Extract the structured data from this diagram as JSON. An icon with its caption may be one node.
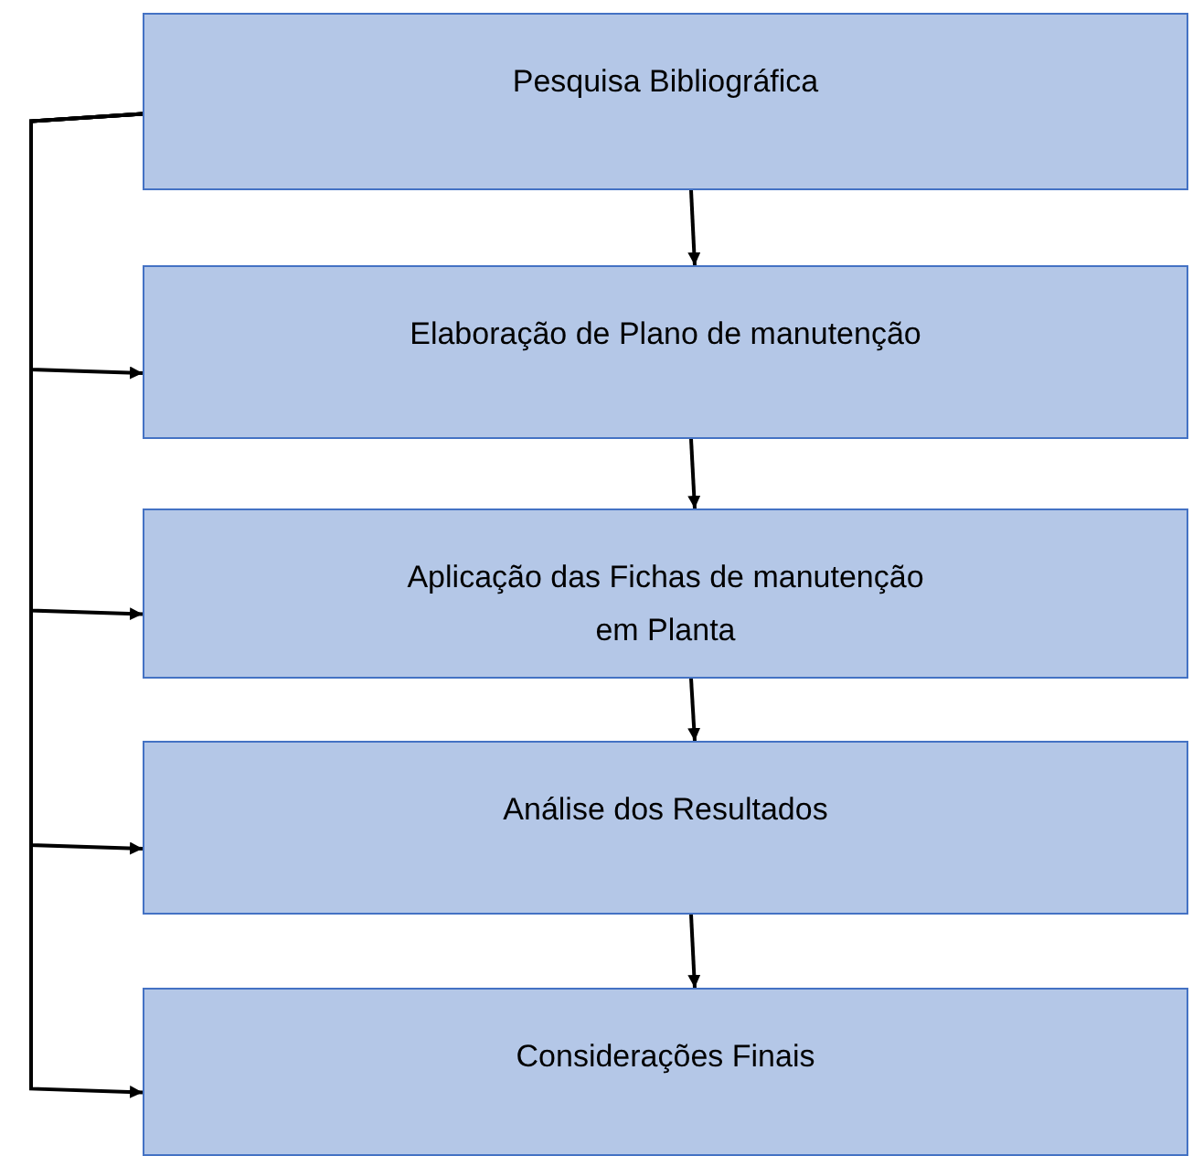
{
  "diagram": {
    "nodes": [
      {
        "text": [
          "Pesquisa Bibliográfica"
        ]
      },
      {
        "text": [
          "Elaboração de Plano de manutenção"
        ]
      },
      {
        "text": [
          "Aplicação das Fichas de manutenção em Planta"
        ]
      },
      {
        "text": [
          "Análise dos Resultados"
        ]
      },
      {
        "text": [
          "Considerações Finais"
        ]
      }
    ],
    "edges": [
      {
        "from": 0,
        "to": 1,
        "arrow": "to"
      },
      {
        "from": 1,
        "to": 2,
        "arrow": "to"
      },
      {
        "from": 2,
        "to": 3,
        "arrow": "to"
      },
      {
        "from": 3,
        "to": 4,
        "arrow": "to"
      },
      {
        "from": 0,
        "to": 1,
        "arrow": "to"
      },
      {
        "from": 0,
        "to": 2,
        "arrow": "to"
      },
      {
        "from": 0,
        "to": 3,
        "arrow": "to"
      },
      {
        "from": 0,
        "to": 4,
        "arrow": "to"
      }
    ]
  }
}
